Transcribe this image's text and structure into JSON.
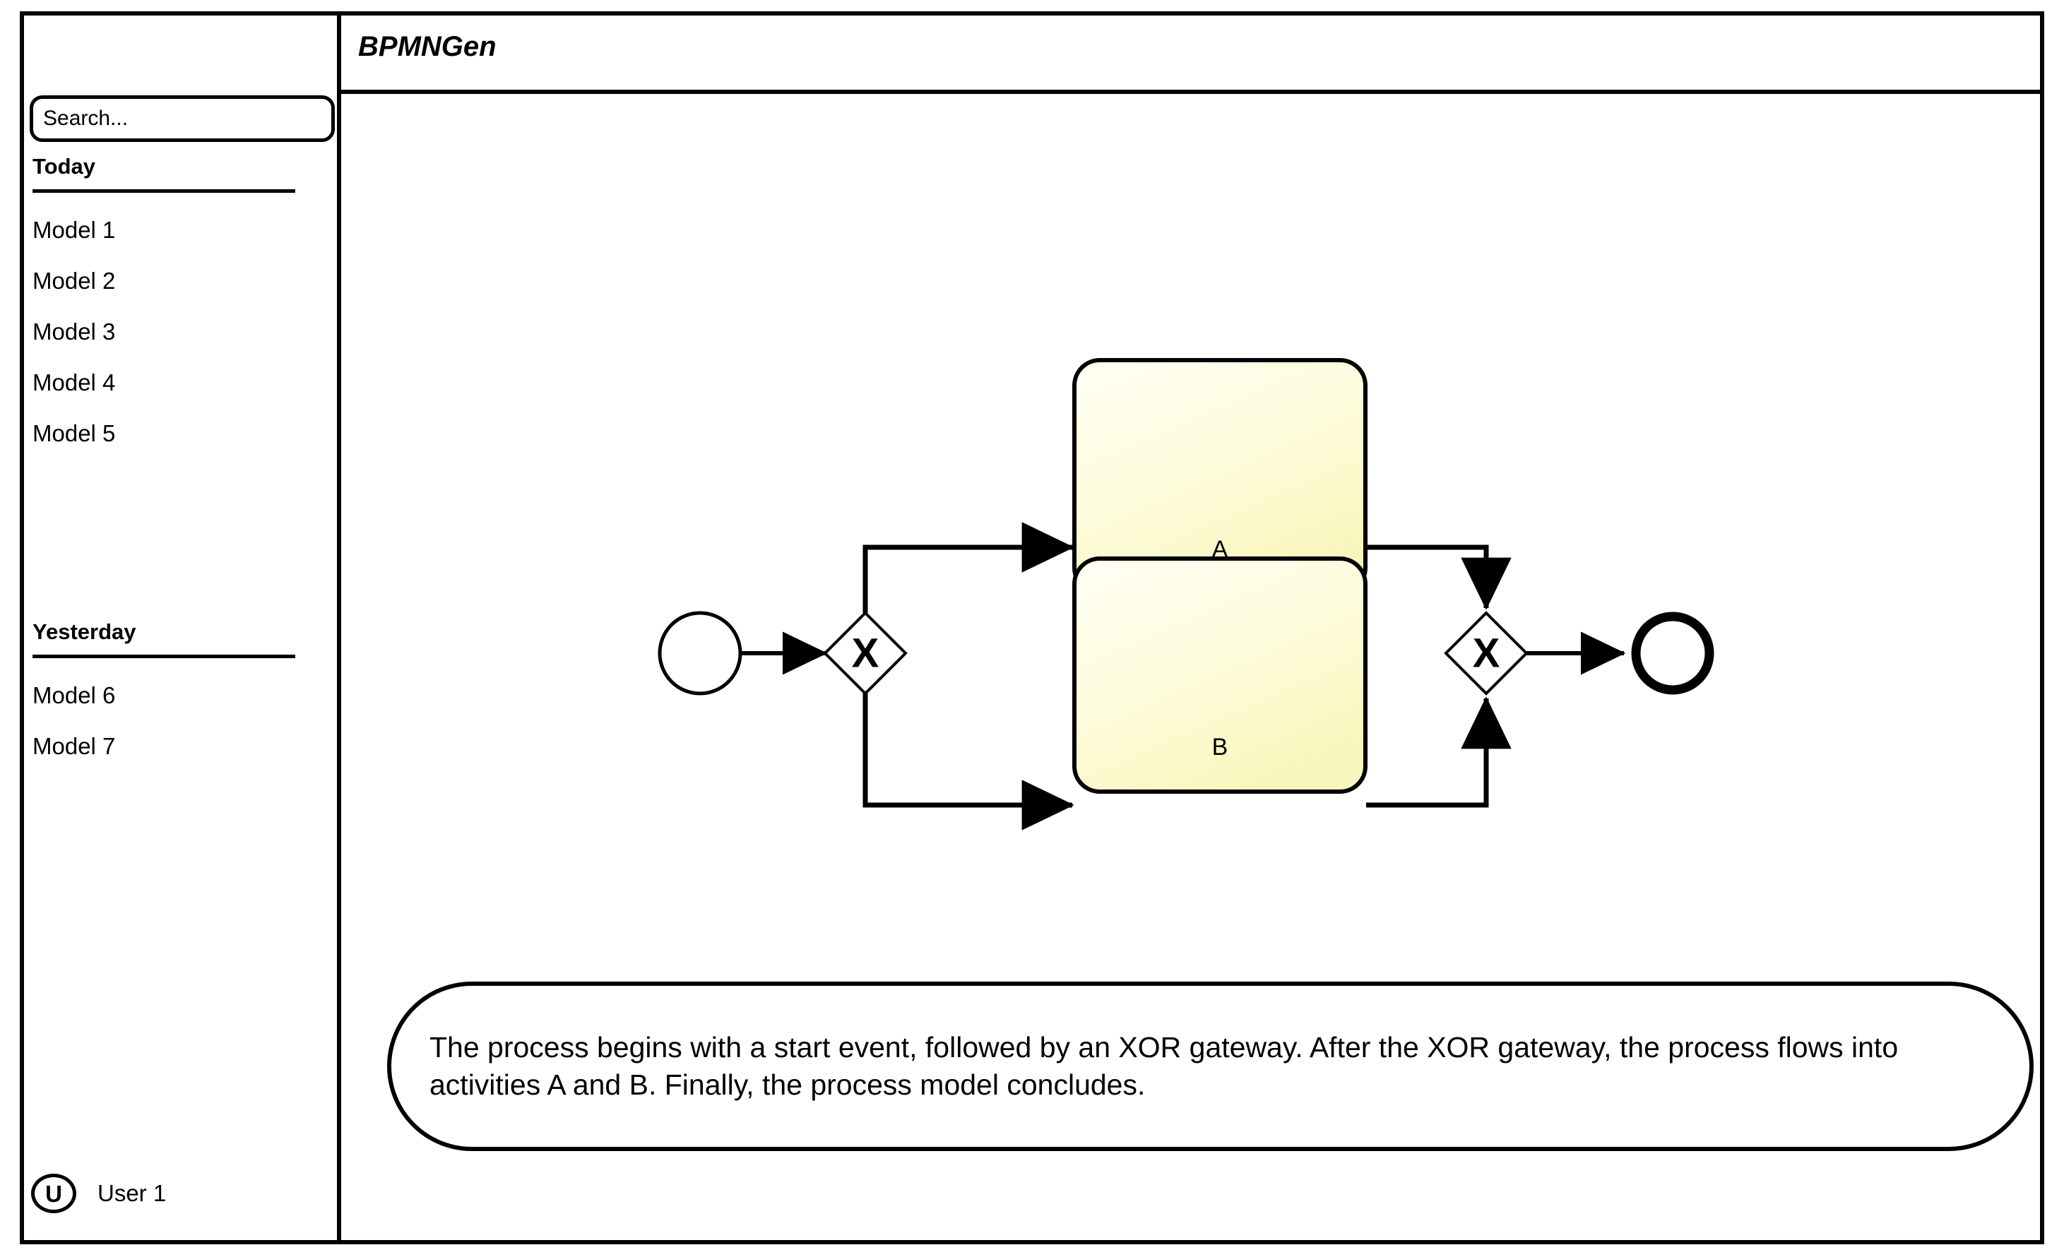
{
  "app": {
    "title": "BPMNGen"
  },
  "sidebar": {
    "search": {
      "placeholder": "Search...",
      "value": ""
    },
    "groups": [
      {
        "title": "Today",
        "items": [
          {
            "label": "Model 1"
          },
          {
            "label": "Model 2"
          },
          {
            "label": "Model 3"
          },
          {
            "label": "Model 4"
          },
          {
            "label": "Model 5"
          }
        ]
      },
      {
        "title": "Yesterday",
        "items": [
          {
            "label": "Model 6"
          },
          {
            "label": "Model 7"
          }
        ]
      }
    ],
    "user": {
      "initial": "U",
      "name": "User 1"
    }
  },
  "diagram": {
    "type": "bpmn",
    "nodes": [
      {
        "id": "start",
        "type": "start-event",
        "label": ""
      },
      {
        "id": "split",
        "type": "xor-gateway",
        "label": "X"
      },
      {
        "id": "taskA",
        "type": "task",
        "label": "A"
      },
      {
        "id": "taskB",
        "type": "task",
        "label": "B"
      },
      {
        "id": "join",
        "type": "xor-gateway",
        "label": "X"
      },
      {
        "id": "end",
        "type": "end-event",
        "label": ""
      }
    ],
    "edges": [
      {
        "from": "start",
        "to": "split"
      },
      {
        "from": "split",
        "to": "taskA"
      },
      {
        "from": "split",
        "to": "taskB"
      },
      {
        "from": "taskA",
        "to": "join"
      },
      {
        "from": "taskB",
        "to": "join"
      },
      {
        "from": "join",
        "to": "end"
      }
    ],
    "colors": {
      "task_fill_light": "#fffff2",
      "task_fill_dark": "#fbf8c8",
      "stroke": "#000000",
      "gateway_fill": "#ffffff"
    }
  },
  "description": {
    "text": "The process begins with a start event, followed by an XOR gateway. After the XOR gateway, the process flows into activities A and B. Finally, the process model concludes."
  }
}
